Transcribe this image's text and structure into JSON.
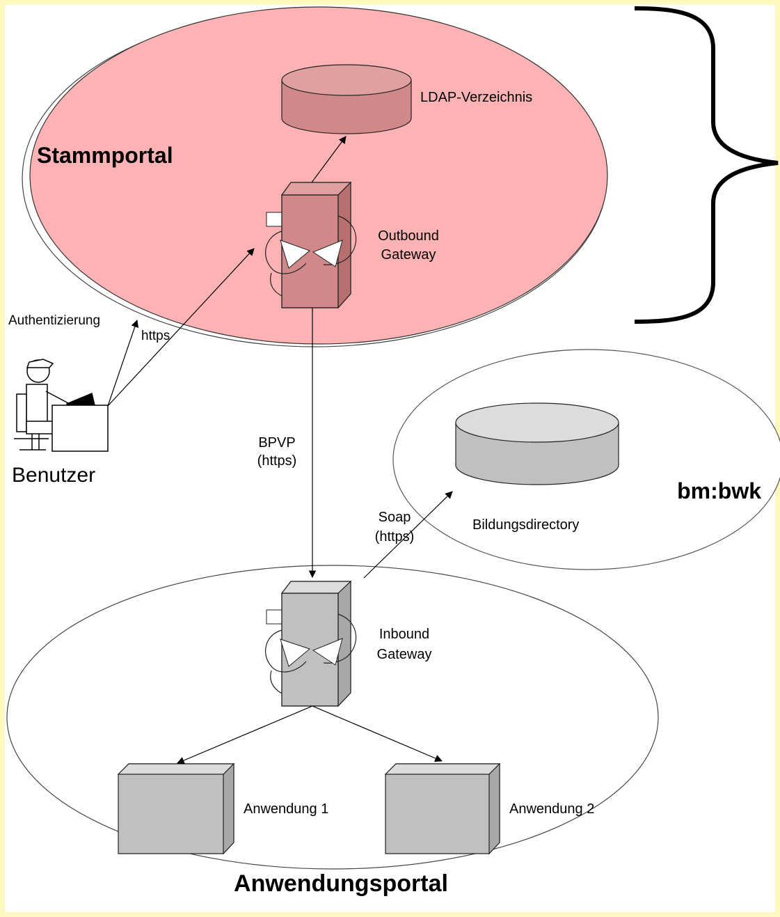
{
  "labels": {
    "stammportal": "Stammportal",
    "ldap": "LDAP-Verzeichnis",
    "outbound_1": "Outbound",
    "outbound_2": "Gateway",
    "authentizierung": "Authentizierung",
    "https": "https",
    "benutzer": "Benutzer",
    "bpvp_1": "BPVP",
    "bpvp_2": "(https)",
    "soap_1": "Soap",
    "soap_2": "(https)",
    "bmbwk": "bm:bwk",
    "bildungsdirectory": "Bildungsdirectory",
    "inbound_1": "Inbound",
    "inbound_2": "Gateway",
    "anwendung1": "Anwendung 1",
    "anwendung2": "Anwendung 2",
    "anwendungsportal": "Anwendungsportal"
  },
  "colors": {
    "background": "#fdf7c0",
    "canvas": "#ffffff",
    "stammportal_fill": "#fdb3b3",
    "pink_shape": "#d08888",
    "pink_shape_top": "#e0a0a0",
    "gray_shape": "#c0c0c0",
    "gray_shape_top": "#dcdcdc"
  }
}
